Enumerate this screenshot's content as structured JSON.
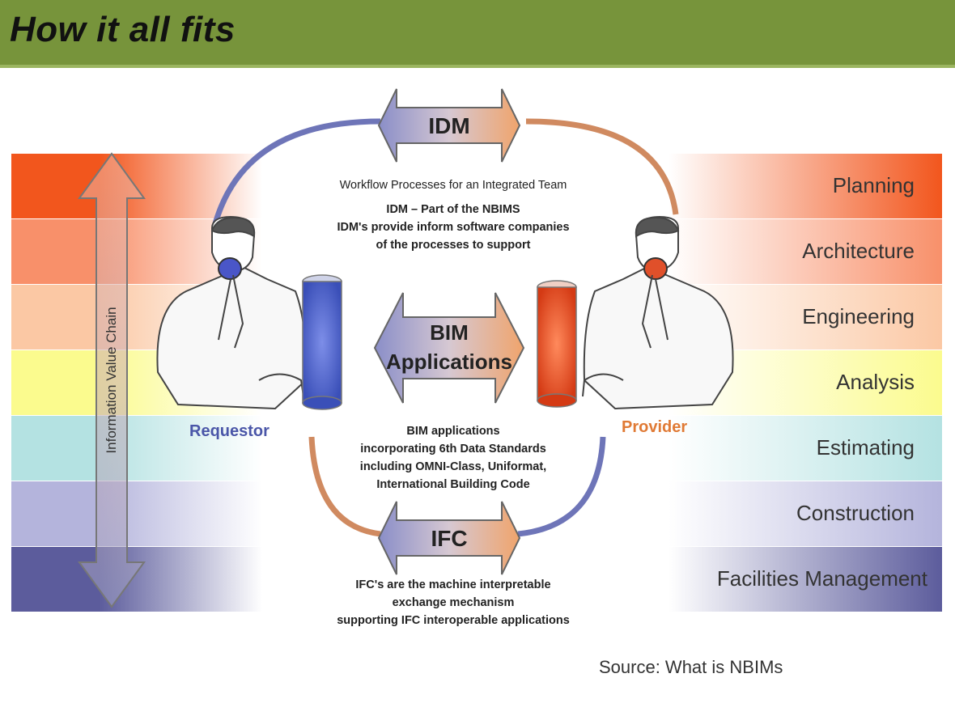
{
  "title": "How it all fits",
  "colors": {
    "header": "#77943b",
    "requestor": "#4a56a8",
    "provider": "#e07a35"
  },
  "bands": [
    {
      "label": "Planning",
      "color": "#f2561d"
    },
    {
      "label": "Architecture",
      "color": "#f8906a"
    },
    {
      "label": "Engineering",
      "color": "#fbc8a4"
    },
    {
      "label": "Analysis",
      "color": "#fbfb8e"
    },
    {
      "label": "Estimating",
      "color": "#b4e2e2"
    },
    {
      "label": "Construction",
      "color": "#b4b4dc"
    },
    {
      "label": "Facilities Management",
      "color": "#5c5c9c"
    }
  ],
  "value_chain_label": "Information Value Chain",
  "idm": {
    "label": "IDM",
    "text_line1": "Workflow Processes for an Integrated Team",
    "text_line2": "IDM – Part of the NBIMS",
    "text_line3": "IDM's provide inform software companies",
    "text_line4": "of the processes to support"
  },
  "bim": {
    "label_line1": "BIM",
    "label_line2": "Applications",
    "text_line1": "BIM applications",
    "text_line2": "incorporating 6th Data Standards",
    "text_line3": "including OMNI-Class, Uniformat,",
    "text_line4": "International Building Code"
  },
  "ifc": {
    "label": "IFC",
    "text_line1": "IFC's are the machine interpretable",
    "text_line2": "exchange mechanism",
    "text_line3": "supporting IFC interoperable applications"
  },
  "requestor_label": "Requestor",
  "provider_label": "Provider",
  "source": "Source: What is NBIMs"
}
